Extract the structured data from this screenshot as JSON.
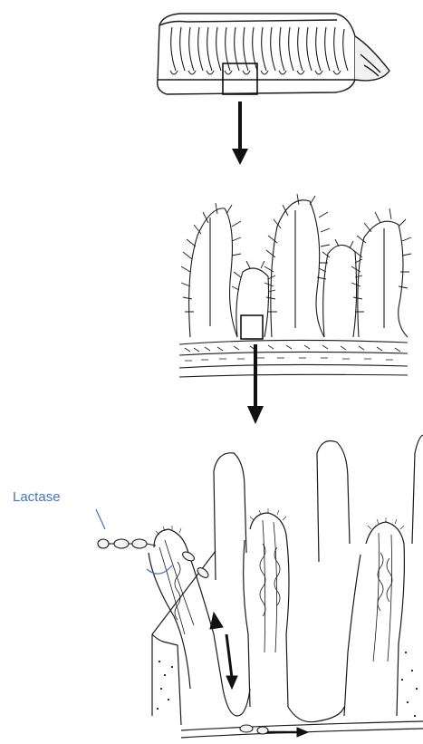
{
  "labels": {
    "lactase": "Lactase"
  },
  "colors": {
    "label_text": "#4472c4",
    "line_art": "#1a1a1a"
  },
  "panels": [
    {
      "name": "intestine-segment"
    },
    {
      "name": "villi-folds"
    },
    {
      "name": "villi-microscopic"
    }
  ],
  "icons": [
    "down-arrow-icon",
    "zoom-box-icon",
    "lactase-enzyme-icon"
  ]
}
